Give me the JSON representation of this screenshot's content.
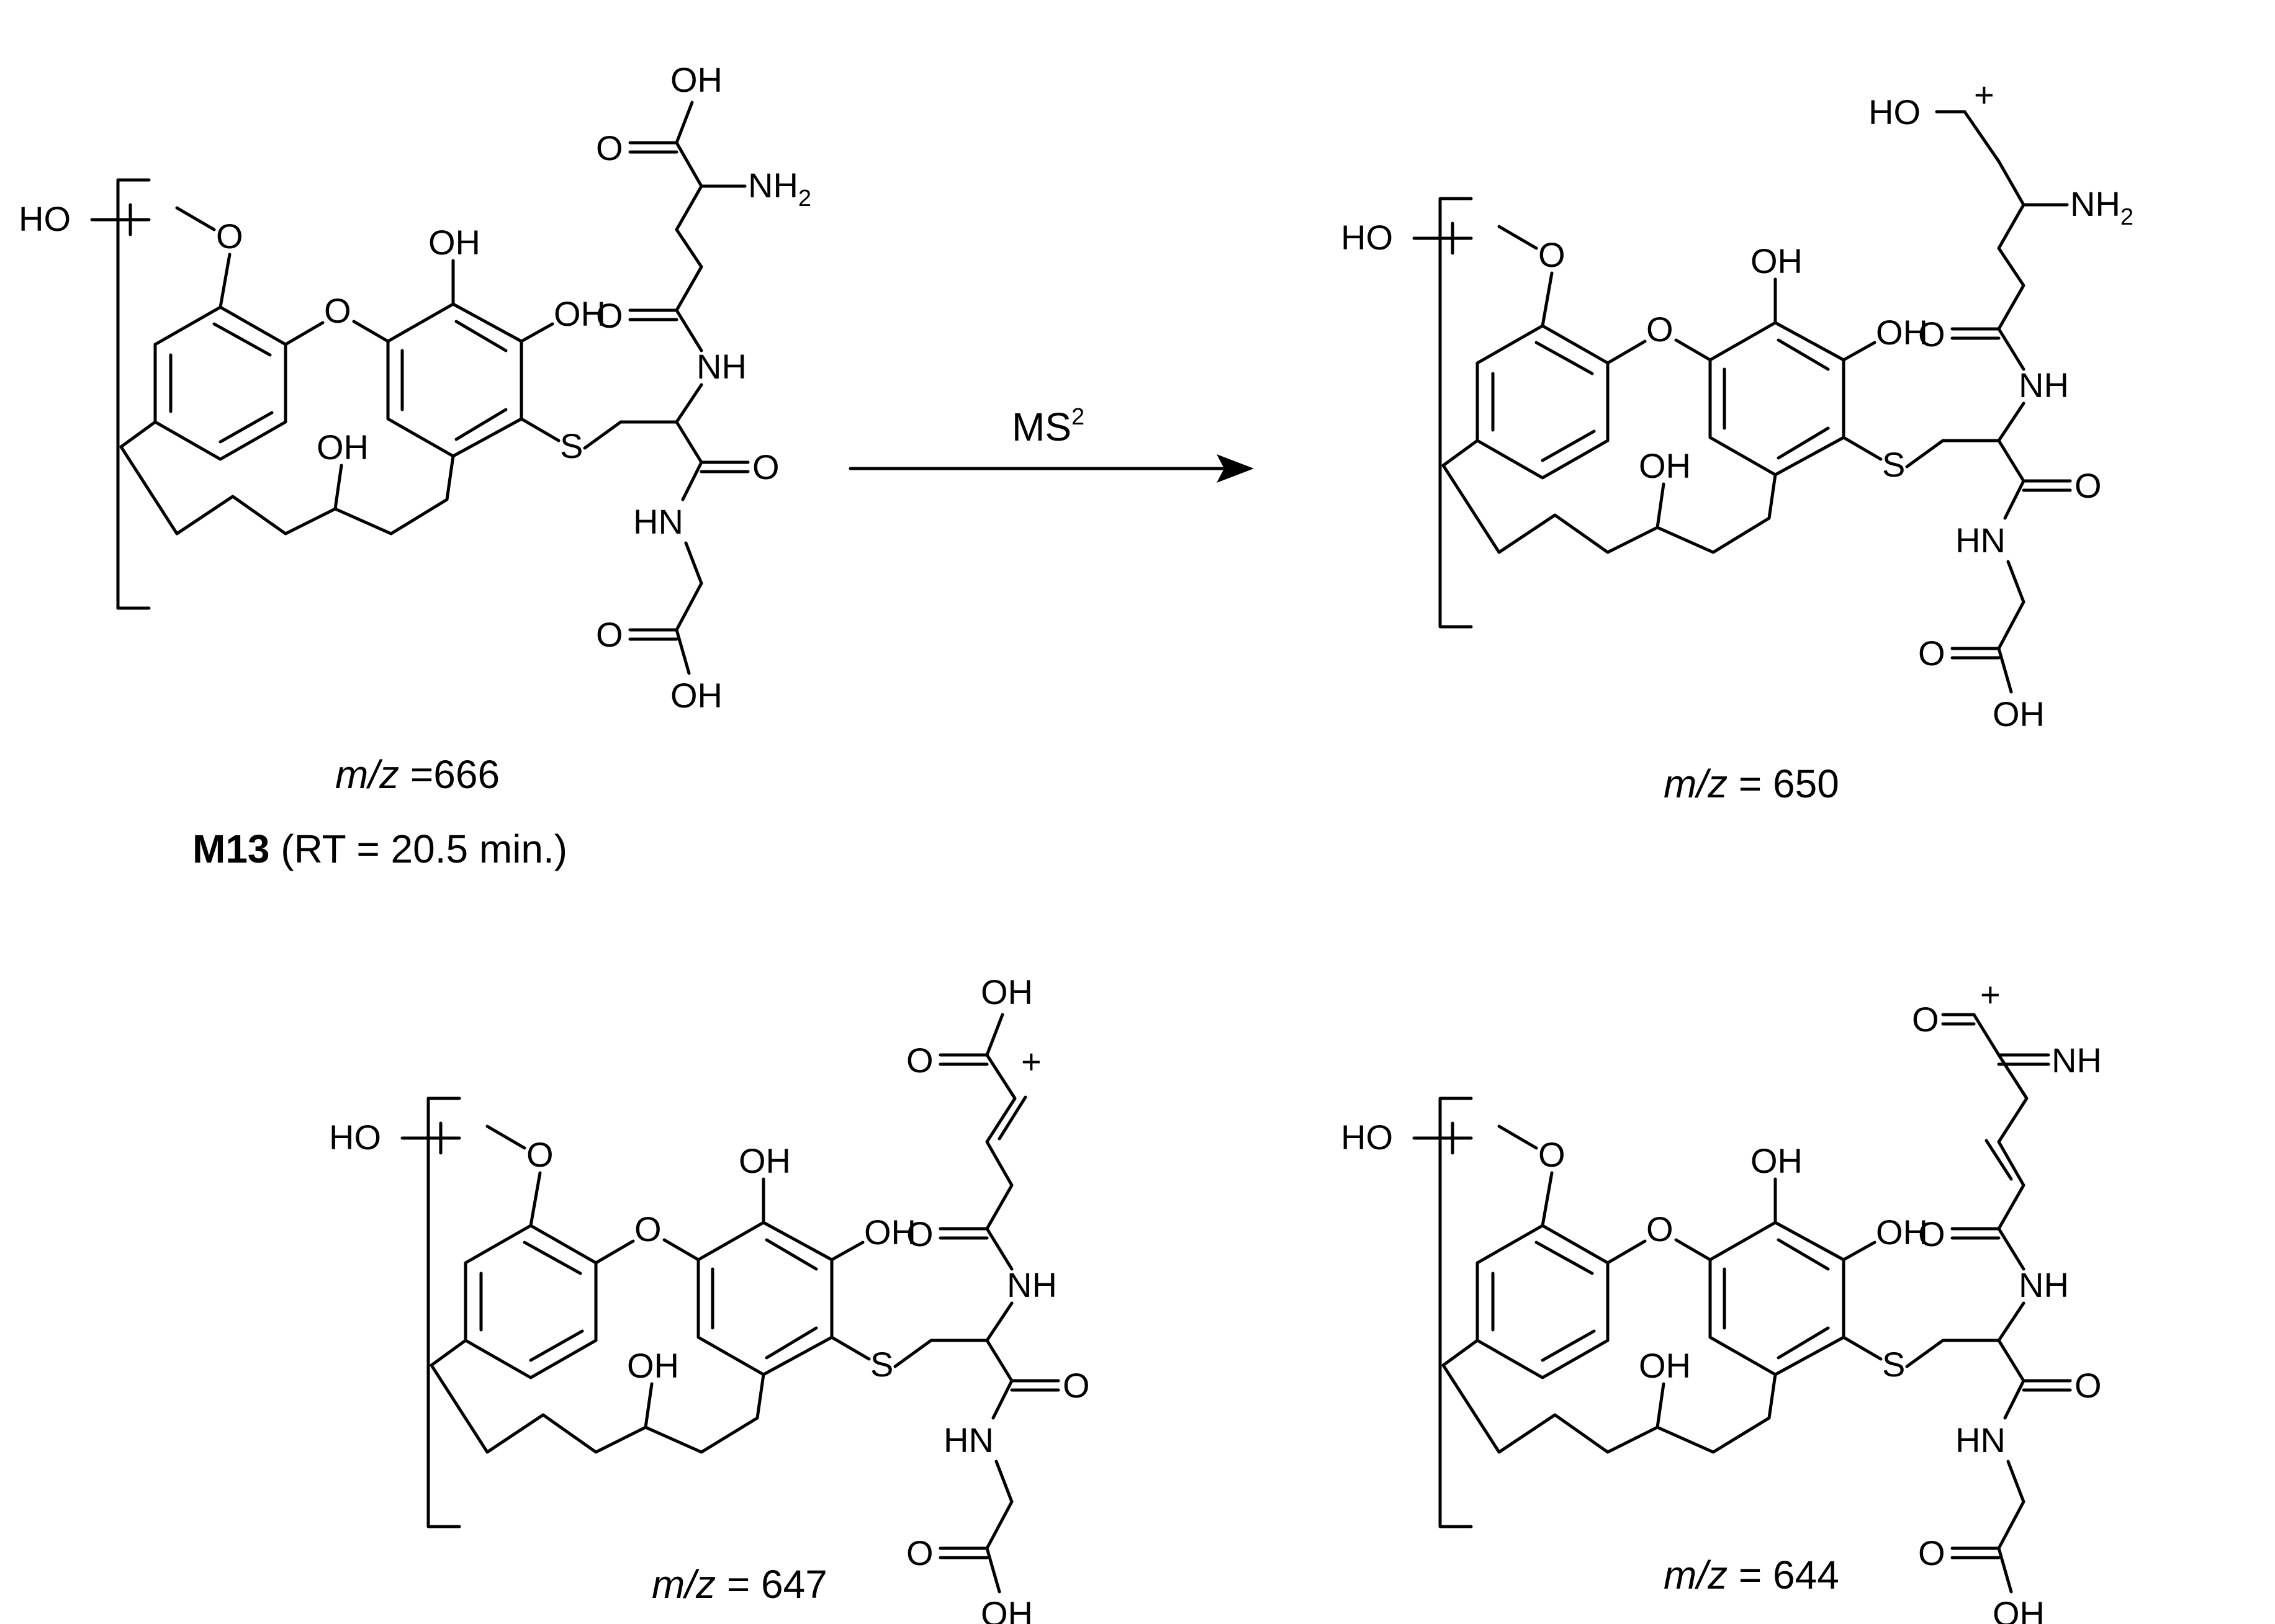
{
  "reaction": {
    "arrow_label": "MS",
    "arrow_label_sup": "2"
  },
  "atoms": {
    "oh": "OH",
    "ho": "HO",
    "o": "O",
    "s": "S",
    "nh": "NH",
    "hn": "HN",
    "nh2_base": "NH",
    "nh2_sub": "2",
    "plus": "+"
  },
  "structures": [
    {
      "id": "m13",
      "caption_mz": "m/z",
      "caption_value": " =666",
      "caption_name": "M13",
      "caption_rt": " (RT = 20.5 min.)"
    },
    {
      "id": "f650",
      "caption_mz": "m/z",
      "caption_value": " = 650"
    },
    {
      "id": "f647",
      "caption_mz": "m/z",
      "caption_value": " = 647"
    },
    {
      "id": "f644",
      "caption_mz": "m/z",
      "caption_value": " = 644"
    }
  ]
}
